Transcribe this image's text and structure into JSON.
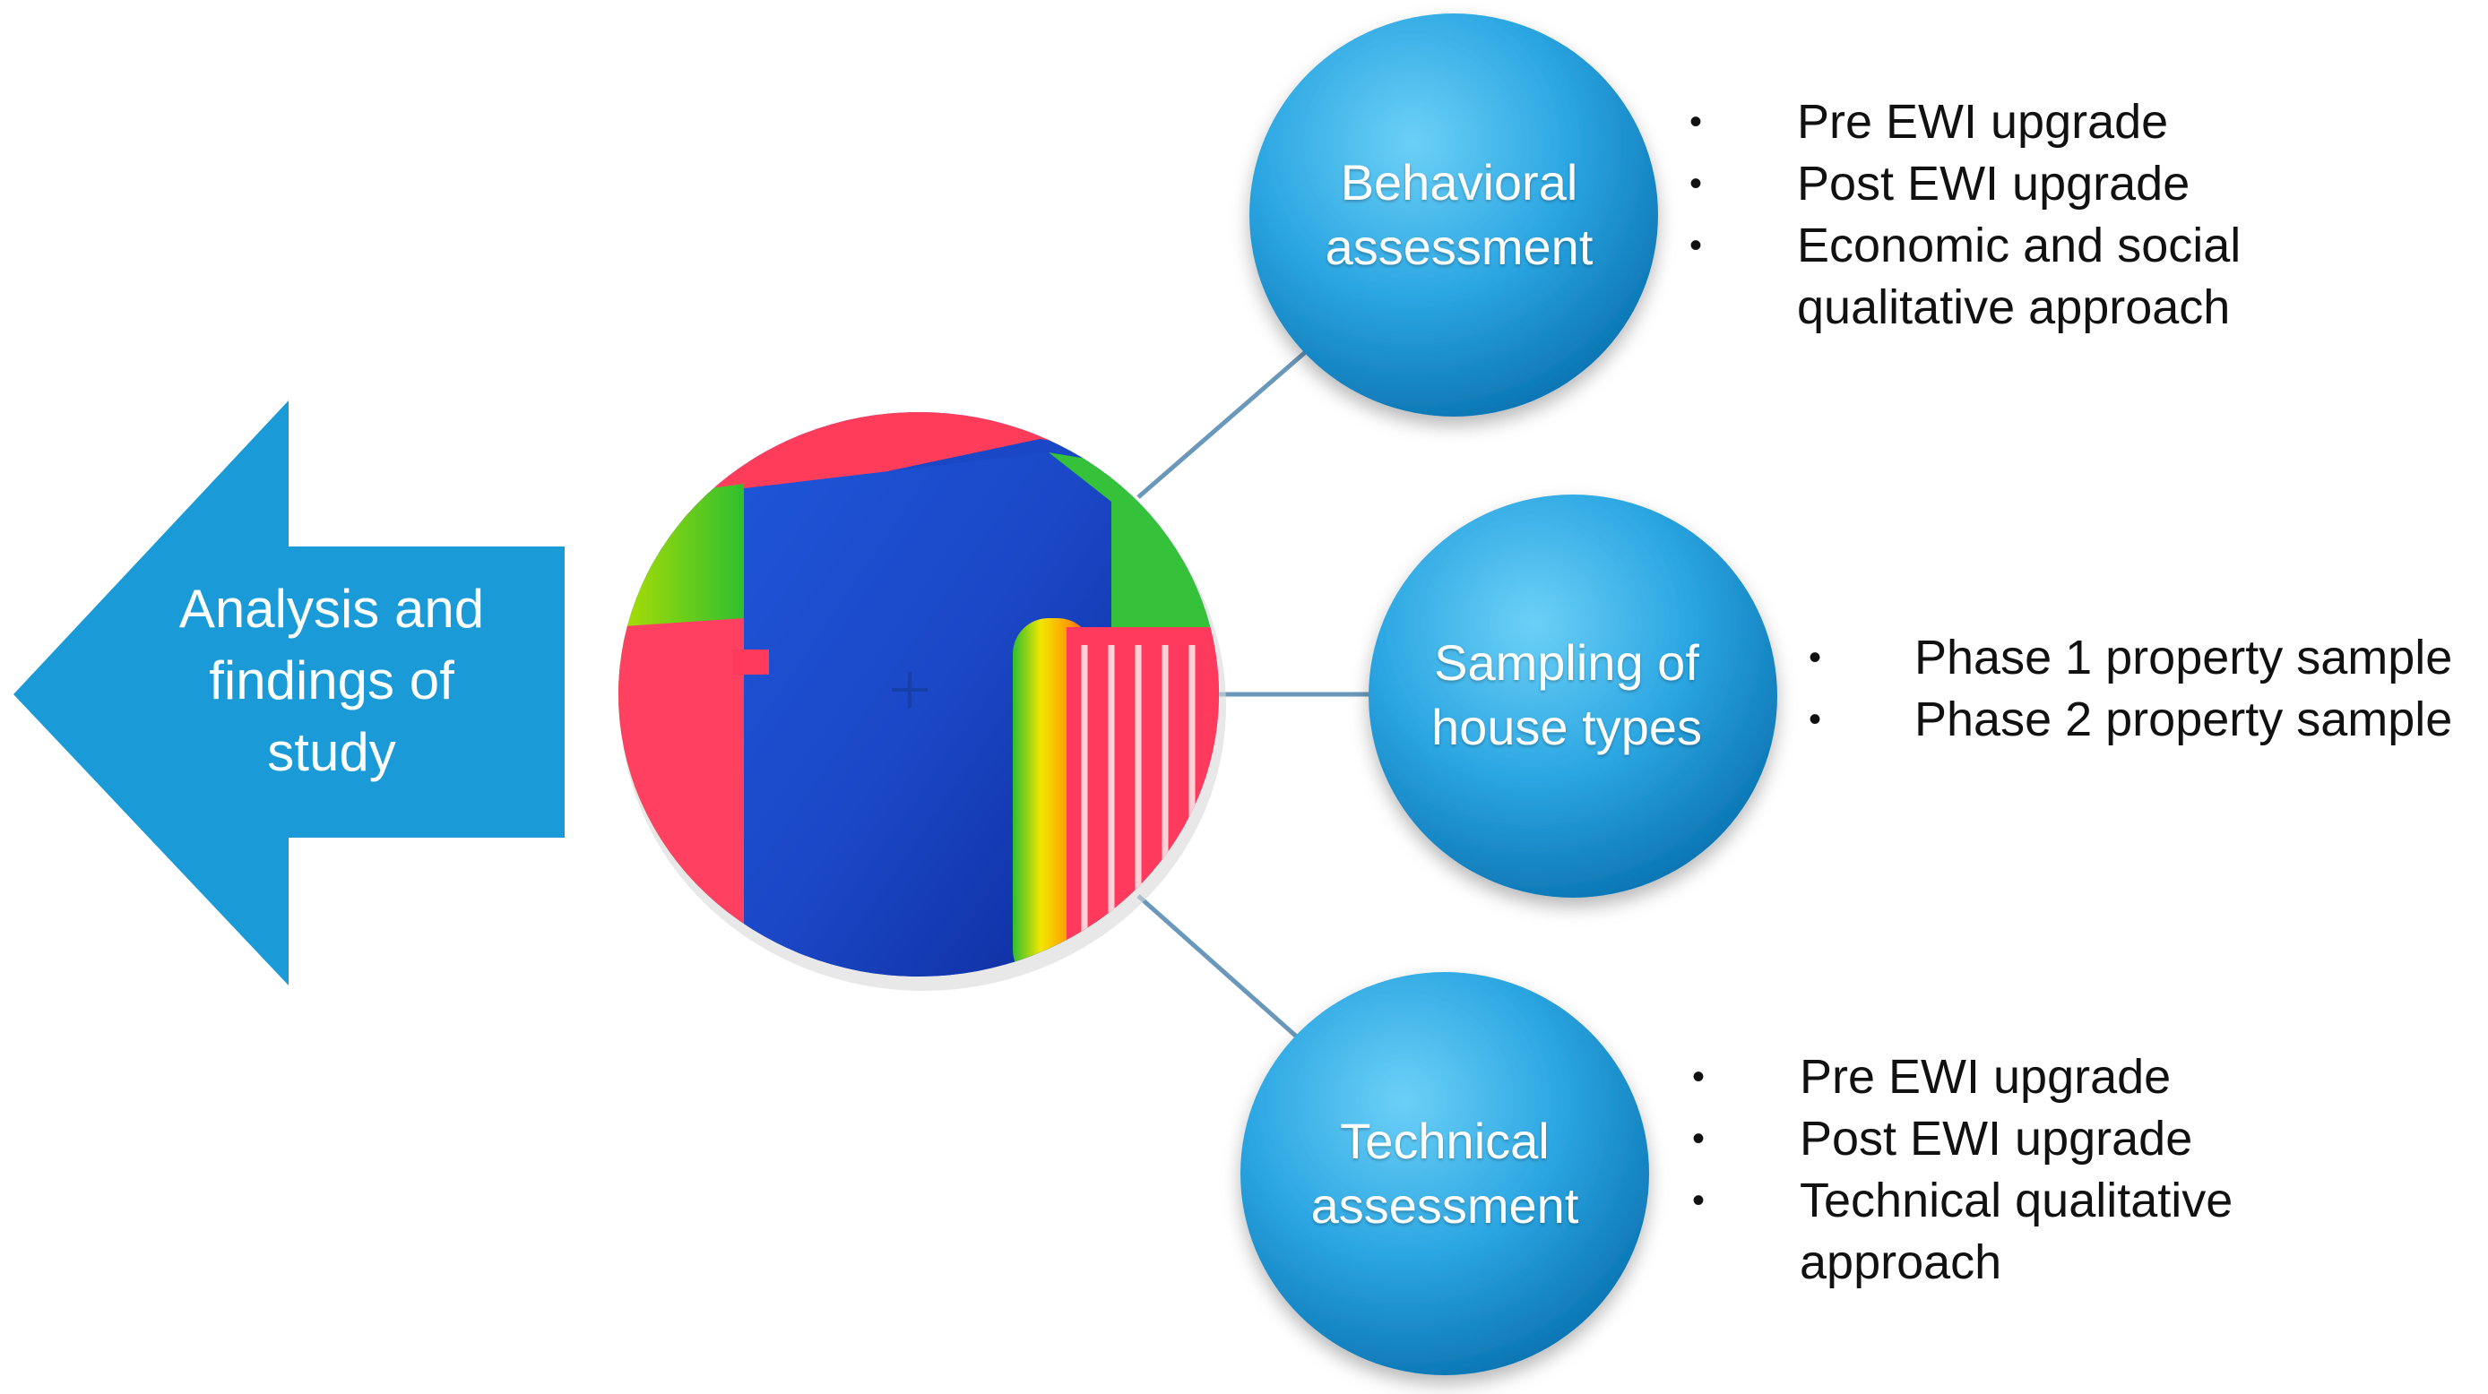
{
  "colors": {
    "arrow": "#1a9bd7",
    "circle_light": "#58c2f0",
    "circle_dark": "#0f7fbd",
    "connector": "#6a98bb",
    "text_dark": "#111111"
  },
  "arrow": {
    "lines": [
      "Analysis and",
      "findings of",
      "study"
    ]
  },
  "center_image": {
    "icon": "thermal-image-icon"
  },
  "nodes": [
    {
      "id": "behavioral",
      "label_lines": [
        "Behavioral",
        "assessment"
      ],
      "bullets": [
        "Pre EWI upgrade",
        "Post EWI upgrade",
        "Economic and social\nqualitative approach"
      ]
    },
    {
      "id": "sampling",
      "label_lines": [
        "Sampling of",
        "house types"
      ],
      "bullets": [
        "Phase 1 property sample",
        "Phase 2 property sample"
      ]
    },
    {
      "id": "technical",
      "label_lines": [
        "Technical",
        "assessment"
      ],
      "bullets": [
        "Pre EWI upgrade",
        "Post EWI upgrade",
        "Technical qualitative\napproach"
      ]
    }
  ]
}
